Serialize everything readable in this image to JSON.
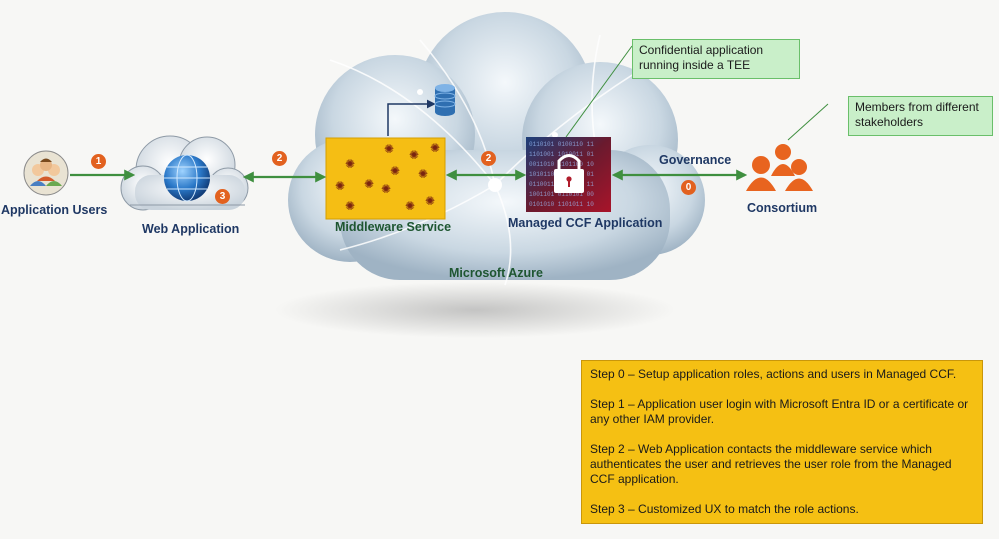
{
  "nodes": {
    "application_users": "Application Users",
    "web_application": "Web Application",
    "middleware_service": "Middleware Service",
    "managed_ccf": "Managed CCF Application",
    "consortium": "Consortium",
    "microsoft_azure": "Microsoft Azure",
    "governance": "Governance"
  },
  "callouts": {
    "tee": "Confidential application running inside a TEE",
    "members": "Members from different stakeholders"
  },
  "badges": {
    "users_to_web": "1",
    "web_ux": "3",
    "web_to_middleware": "2",
    "middleware_to_ccf": "2",
    "governance_step": "0"
  },
  "steps": [
    "Step 0 – Setup application roles, actions and users in Managed CCF.",
    "Step 1 – Application user login with Microsoft Entra ID or a certificate or any other IAM provider.",
    "Step 2 – Web Application contacts the middleware service which authenticates the user and retrieves the user role from the Managed CCF application.",
    "Step 3 – Customized UX to match the role actions."
  ],
  "colors": {
    "arrow": "#3f8f3f",
    "badge": "#e2611f",
    "steps_box": "#f5c013",
    "middleware_box": "#f5be14",
    "callout_fill": "#c9efc9",
    "consortium_people": "#e8641f"
  }
}
